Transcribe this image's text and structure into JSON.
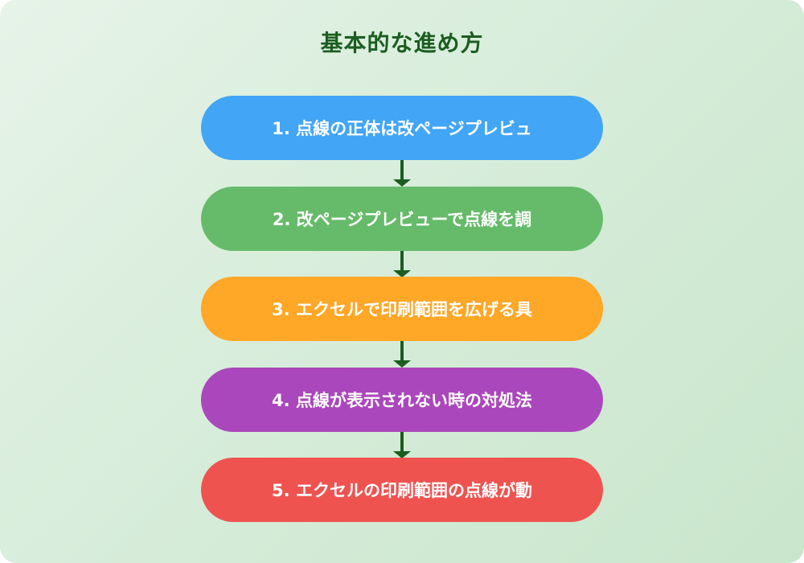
{
  "title": "基本的な進め方",
  "colors": {
    "title": "#1b5e20",
    "arrow": "#1b5e20",
    "background_start": "#e6f4e8",
    "background_end": "#c9e6cc"
  },
  "steps": [
    {
      "label": "1. 点線の正体は改ページプレビュ",
      "color": "#42a5f5"
    },
    {
      "label": "2. 改ページプレビューで点線を調",
      "color": "#66bb6a"
    },
    {
      "label": "3. エクセルで印刷範囲を広げる具",
      "color": "#ffa726"
    },
    {
      "label": "4. 点線が表示されない時の対処法",
      "color": "#ab47bc"
    },
    {
      "label": "5. エクセルの印刷範囲の点線が動",
      "color": "#ef5350"
    }
  ]
}
